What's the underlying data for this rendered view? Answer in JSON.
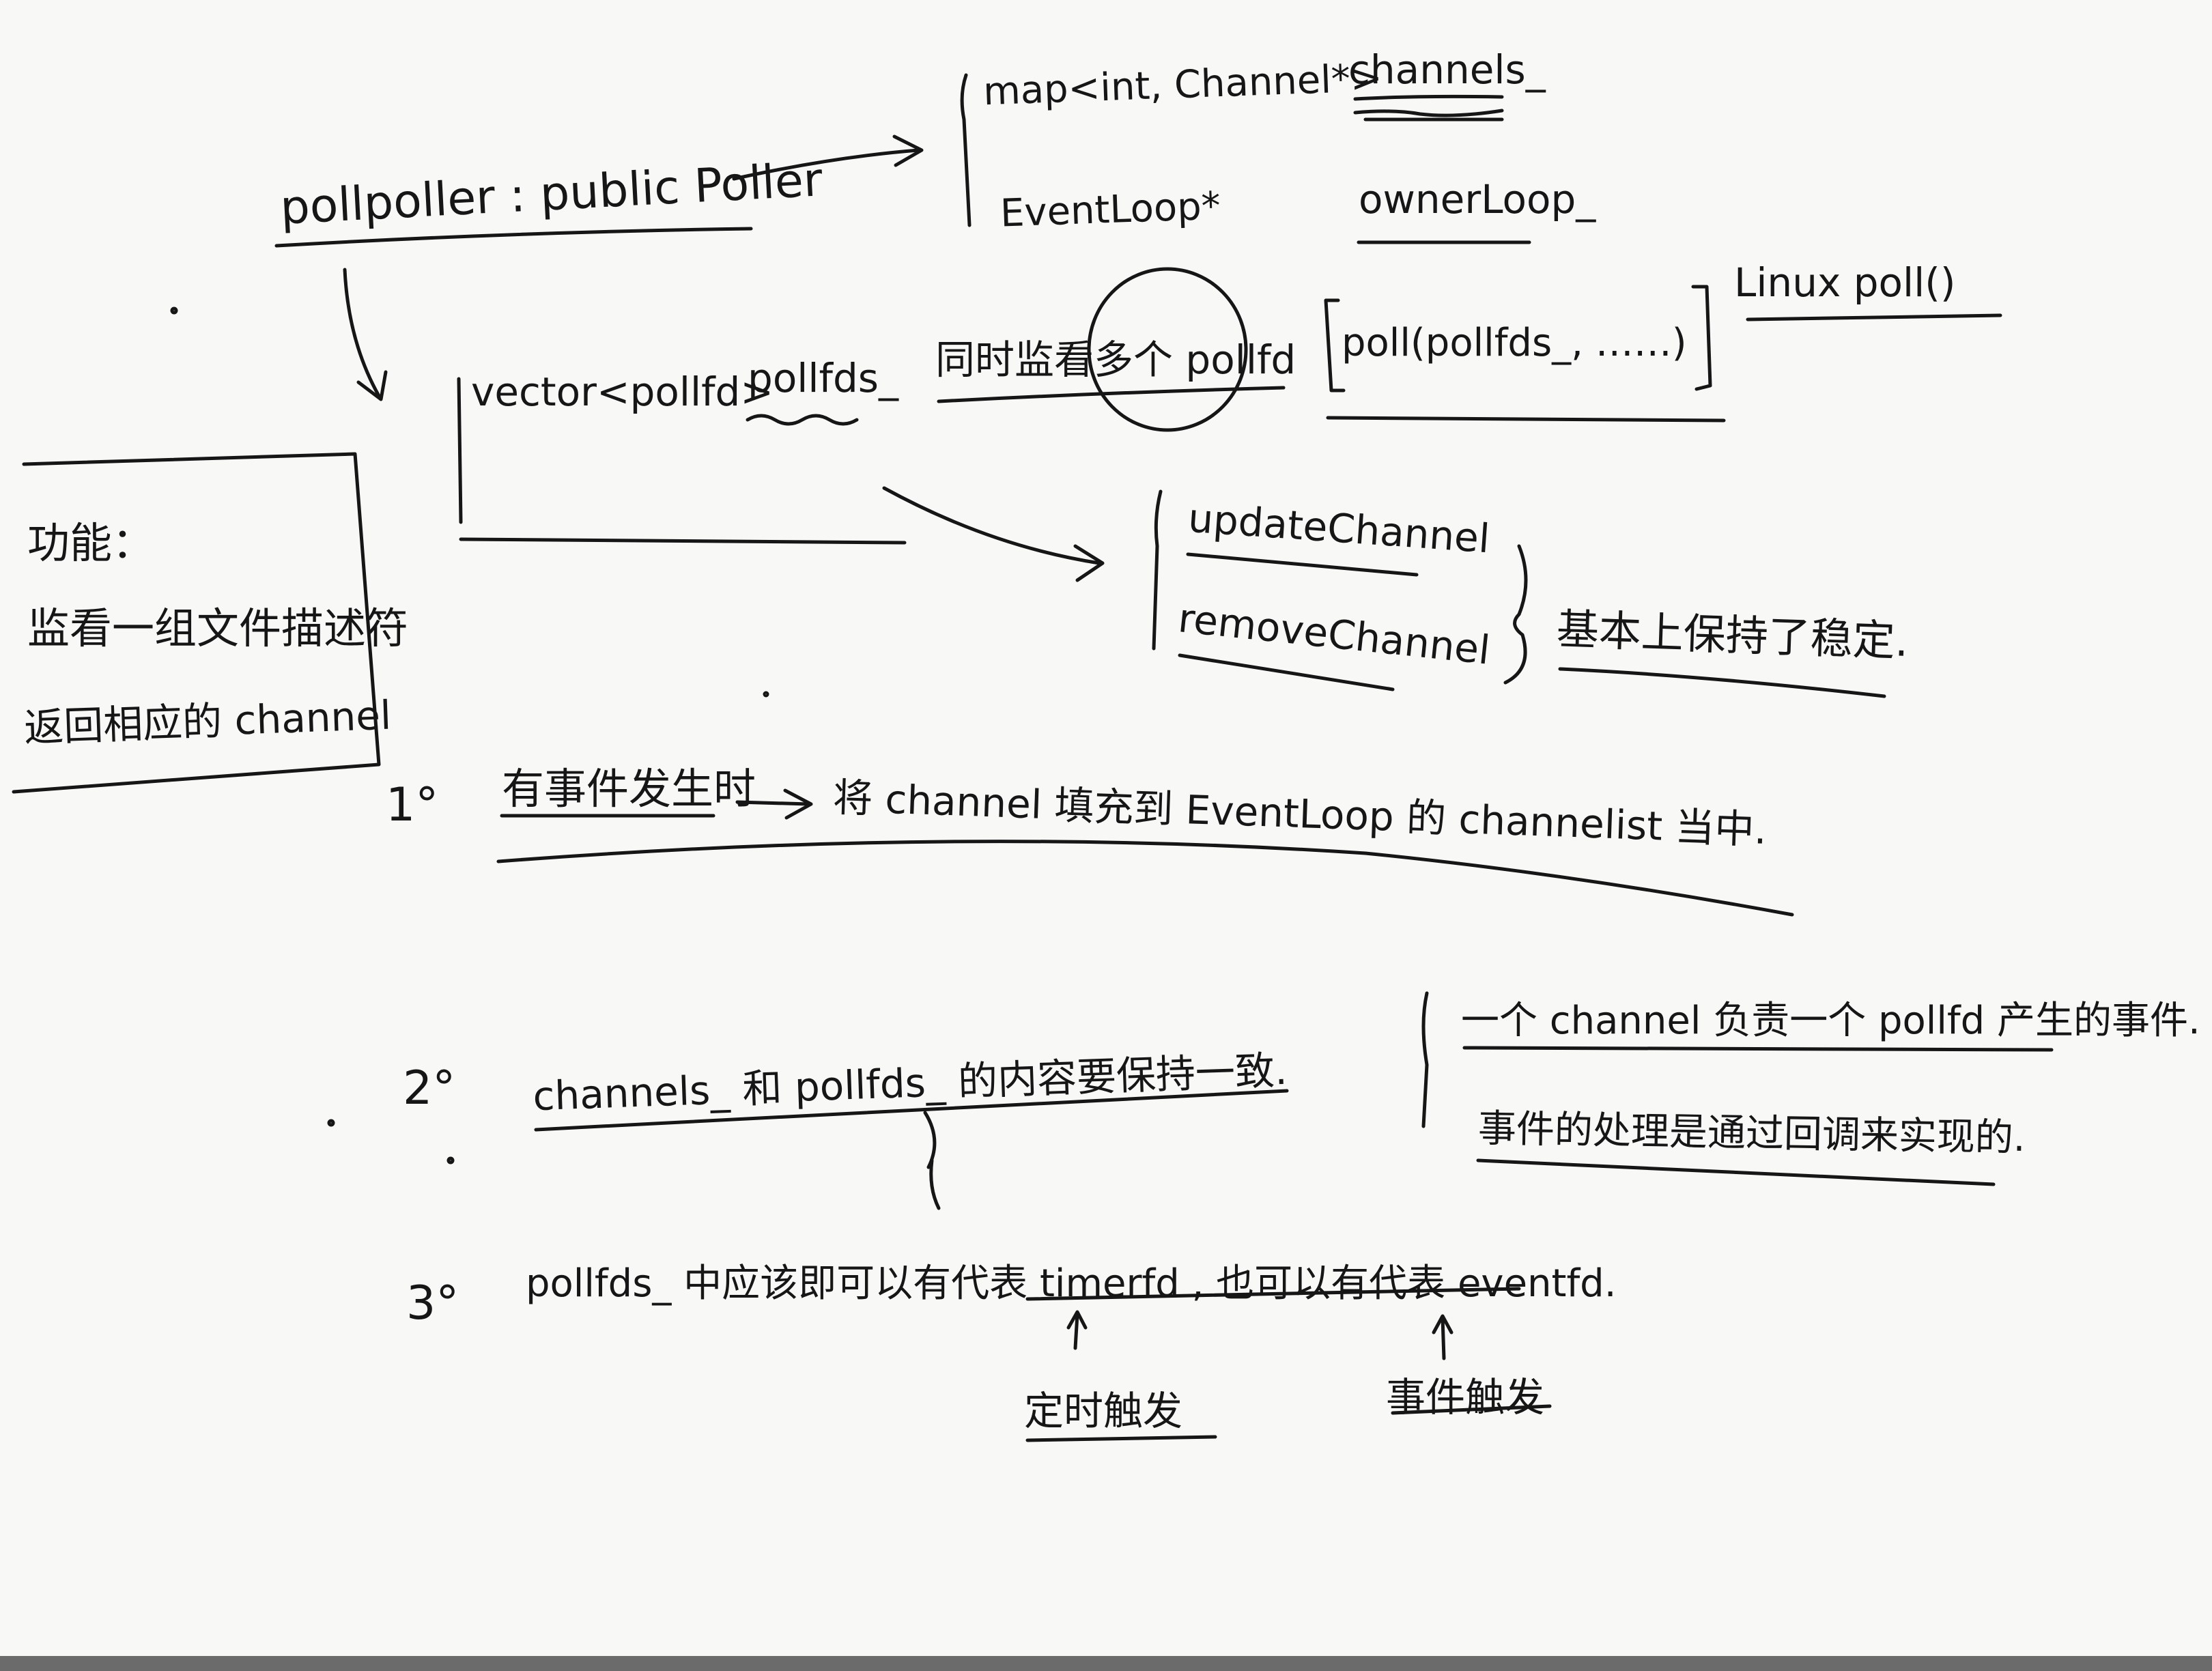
{
  "class_decl": "pollpoller : public Poller",
  "members": {
    "type1": "map<int, Channel*>",
    "name1": "channels_",
    "type2": "EventLoop*",
    "name2": "ownerLoop_",
    "type3": "vector<pollfd>",
    "name3": "pollfds_",
    "note3": "同时监看多个 pollfd",
    "poll_call": "poll(pollfds_, ……)",
    "poll_label": "Linux poll()"
  },
  "methods": {
    "m1": "updateChannel",
    "m2": "removeChannel",
    "note": "基本上保持了稳定."
  },
  "function_box": {
    "title": "功能：",
    "line1": "监看一组文件描述符",
    "line2": "返回相应的 channel"
  },
  "points": [
    {
      "num": "1°",
      "lead": "有事件发生时",
      "text": "将 channel 填充到 EventLoop 的 channelist 当中."
    },
    {
      "num": "2°",
      "text": "channels_ 和 pollfds_ 的内容要保持一致."
    },
    {
      "num": "3°",
      "text_a": "pollfds_ 中应该即可以有代表 timerfd , 也可以有代表 eventfd."
    }
  ],
  "side_notes": {
    "line1": "一个 channel 负责一个 pollfd 产生的事件.",
    "line2": "事件的处理是通过回调来实现的."
  },
  "triggers": {
    "timer": "定时触发",
    "event": "事件触发"
  }
}
